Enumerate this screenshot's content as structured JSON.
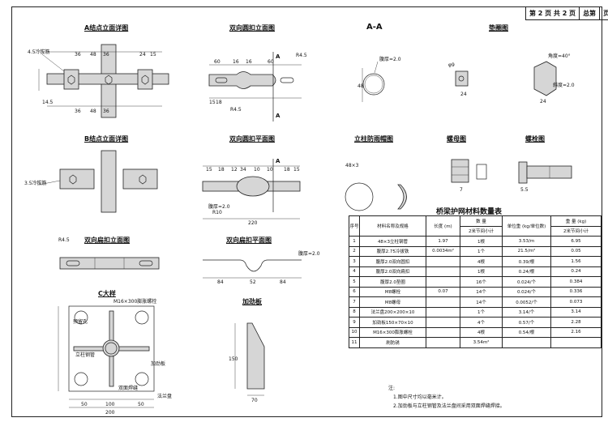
{
  "title_block": {
    "page": "第 2 页 共 2 页",
    "label": "总第",
    "suffix": "页"
  },
  "views": {
    "a_node": "A结点立面详图",
    "b_node": "B结点立面详图",
    "double_clamp_elev": "双向圆扣立面图",
    "double_clamp_plan": "双向圆扣平面图",
    "flat_clamp_elev": "双向扁扣立面图",
    "flat_clamp_plan": "双向扁扣平面图",
    "section_aa": "A-A",
    "washer": "垫圈图",
    "cap": "立柱防雨帽图",
    "nut": "螺母图",
    "bolt": "螺栓图",
    "c_detail": "C大样",
    "stiffener": "加劲板"
  },
  "labels": {
    "wire_a": "4.5冷拔筋",
    "wire_b": "3.5冷拔筋",
    "plate_thk": "腹厚=2.0",
    "r45": "R4.5",
    "r10": "R10",
    "angle": "角度=40°",
    "slope": "斜度=2.0",
    "dia_48x3": "48×3",
    "anchor": "M16×300膨胀螺栓",
    "post_hole": "预留孔",
    "post_steel": "立柱钢管",
    "stiff_plate": "加劲板",
    "base_plate": "法兰盘",
    "weld": "双面焊缝",
    "sec_a": "A",
    "dim_220": "220",
    "dim_84a": "84",
    "dim_52": "52",
    "dim_84b": "84",
    "dim_200": "200",
    "dim_50a": "50",
    "dim_100": "100",
    "dim_50b": "50",
    "dim_150": "150",
    "dim_70": "70"
  },
  "table": {
    "title": "桥梁护网材料数量表",
    "headers": {
      "no": "序号",
      "name": "材料名称及规格",
      "len": "长度 (m)",
      "qty": "数 量",
      "qty_sub": "2米节间小计",
      "unit_wt": "单位重 (kg/单位数)",
      "wt": "重 量 (kg)",
      "wt_sub": "2米节间小计"
    },
    "rows": [
      {
        "no": "1",
        "name": "48×3立柱钢管",
        "len": "1.97",
        "qty": "1根",
        "unit": "3.53/m",
        "wt": "6.95"
      },
      {
        "no": "2",
        "name": "腹厚2.75冷拔铁",
        "len": "0.0034m²",
        "qty": "1个",
        "unit": "21.5/m²",
        "wt": "0.05"
      },
      {
        "no": "3",
        "name": "腹厚2.0双向圆扣",
        "len": "",
        "qty": "4根",
        "unit": "0.39/根",
        "wt": "1.56"
      },
      {
        "no": "4",
        "name": "腹厚2.0双向扁扣",
        "len": "",
        "qty": "1根",
        "unit": "0.24/根",
        "wt": "0.24"
      },
      {
        "no": "5",
        "name": "腹厚2.0垫圈",
        "len": "",
        "qty": "16个",
        "unit": "0.024/个",
        "wt": "0.384"
      },
      {
        "no": "6",
        "name": "M8螺栓",
        "len": "0.07",
        "qty": "14个",
        "unit": "0.024/个",
        "wt": "0.336"
      },
      {
        "no": "7",
        "name": "M8螺母",
        "len": "",
        "qty": "14个",
        "unit": "0.0052/个",
        "wt": "0.073"
      },
      {
        "no": "8",
        "name": "法兰盘200×200×10",
        "len": "",
        "qty": "1个",
        "unit": "3.14/个",
        "wt": "3.14"
      },
      {
        "no": "9",
        "name": "加劲板150×70×10",
        "len": "",
        "qty": "4个",
        "unit": "0.57/个",
        "wt": "2.28"
      },
      {
        "no": "10",
        "name": "M16×300膨胀螺栓",
        "len": "",
        "qty": "4根",
        "unit": "0.54/根",
        "wt": "2.16"
      },
      {
        "no": "11",
        "name": "刷防锈",
        "len": "",
        "qty": "3.54m²",
        "unit": "",
        "wt": ""
      }
    ]
  },
  "notes": {
    "head": "注:",
    "n1": "1.图中尺寸均以毫米计。",
    "n2": "2.加劲板与立柱钢管及法兰盘间采用双面焊缝焊接。"
  }
}
